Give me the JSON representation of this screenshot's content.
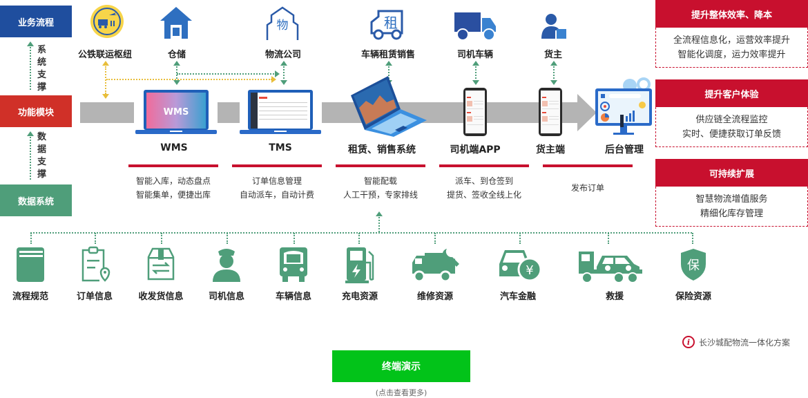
{
  "left_labels": {
    "business": "业务流程",
    "function": "功能模块",
    "data": "数据系统",
    "system_support": [
      "系",
      "统",
      "支",
      "撑"
    ],
    "data_support": [
      "数",
      "据",
      "支",
      "撑"
    ]
  },
  "colors": {
    "blue": "#1f4e9e",
    "red": "#c8102e",
    "green": "#4f9e7a",
    "yellow": "#e8be3a",
    "demo_green": "#02c319"
  },
  "top_entities": [
    {
      "label": "公铁联运枢纽",
      "icon": "rail-hub-icon"
    },
    {
      "label": "仓储",
      "icon": "warehouse-icon"
    },
    {
      "label": "物流公司",
      "icon": "logistics-company-icon"
    },
    {
      "label": "车辆租赁销售",
      "icon": "rental-truck-icon"
    },
    {
      "label": "司机车辆",
      "icon": "truck-icon"
    },
    {
      "label": "货主",
      "icon": "shipper-icon"
    }
  ],
  "systems": [
    {
      "name": "WMS",
      "screen": "WMS",
      "desc": [
        "智能入库，动态盘点",
        "智能集单，便捷出库"
      ]
    },
    {
      "name": "TMS",
      "desc": [
        "订单信息管理",
        "自动派车，自动计费"
      ]
    },
    {
      "name": "租赁、销售系统",
      "desc": [
        "智能配载",
        "人工干预，专家排线"
      ]
    },
    {
      "name": "司机端APP",
      "desc": [
        "派车、到仓签到",
        "提货、签收全线上化"
      ]
    },
    {
      "name": "货主端",
      "desc": [
        "发布订单"
      ]
    },
    {
      "name": "后台管理"
    }
  ],
  "benefits": [
    {
      "title": "提升整体效率、降本",
      "lines": [
        "全流程信息化，运营效率提升",
        "智能化调度，运力效率提升"
      ]
    },
    {
      "title": "提升客户体验",
      "lines": [
        "供应链全流程监控",
        "实时、便捷获取订单反馈"
      ]
    },
    {
      "title": "可持续扩展",
      "lines": [
        "智慧物流增值服务",
        "精细化库存管理"
      ]
    }
  ],
  "data_items": [
    {
      "label": "流程规范",
      "icon": "book-icon"
    },
    {
      "label": "订单信息",
      "icon": "order-clipboard-icon"
    },
    {
      "label": "收发货信息",
      "icon": "package-exchange-icon"
    },
    {
      "label": "司机信息",
      "icon": "driver-icon"
    },
    {
      "label": "车辆信息",
      "icon": "bus-icon"
    },
    {
      "label": "充电资源",
      "icon": "charging-station-icon"
    },
    {
      "label": "维修资源",
      "icon": "repair-truck-icon"
    },
    {
      "label": "汽车金融",
      "icon": "car-finance-icon"
    },
    {
      "label": "救援",
      "icon": "tow-truck-icon"
    },
    {
      "label": "保险资源",
      "icon": "insurance-shield-icon"
    }
  ],
  "insurance_glyph": "保",
  "rental_glyph": "租",
  "logistics_glyph": "物",
  "yen_glyph": "¥",
  "footer": {
    "note": "长沙城配物流一体化方案",
    "demo_button": "终端演示",
    "demo_hint": "(点击查看更多)"
  }
}
